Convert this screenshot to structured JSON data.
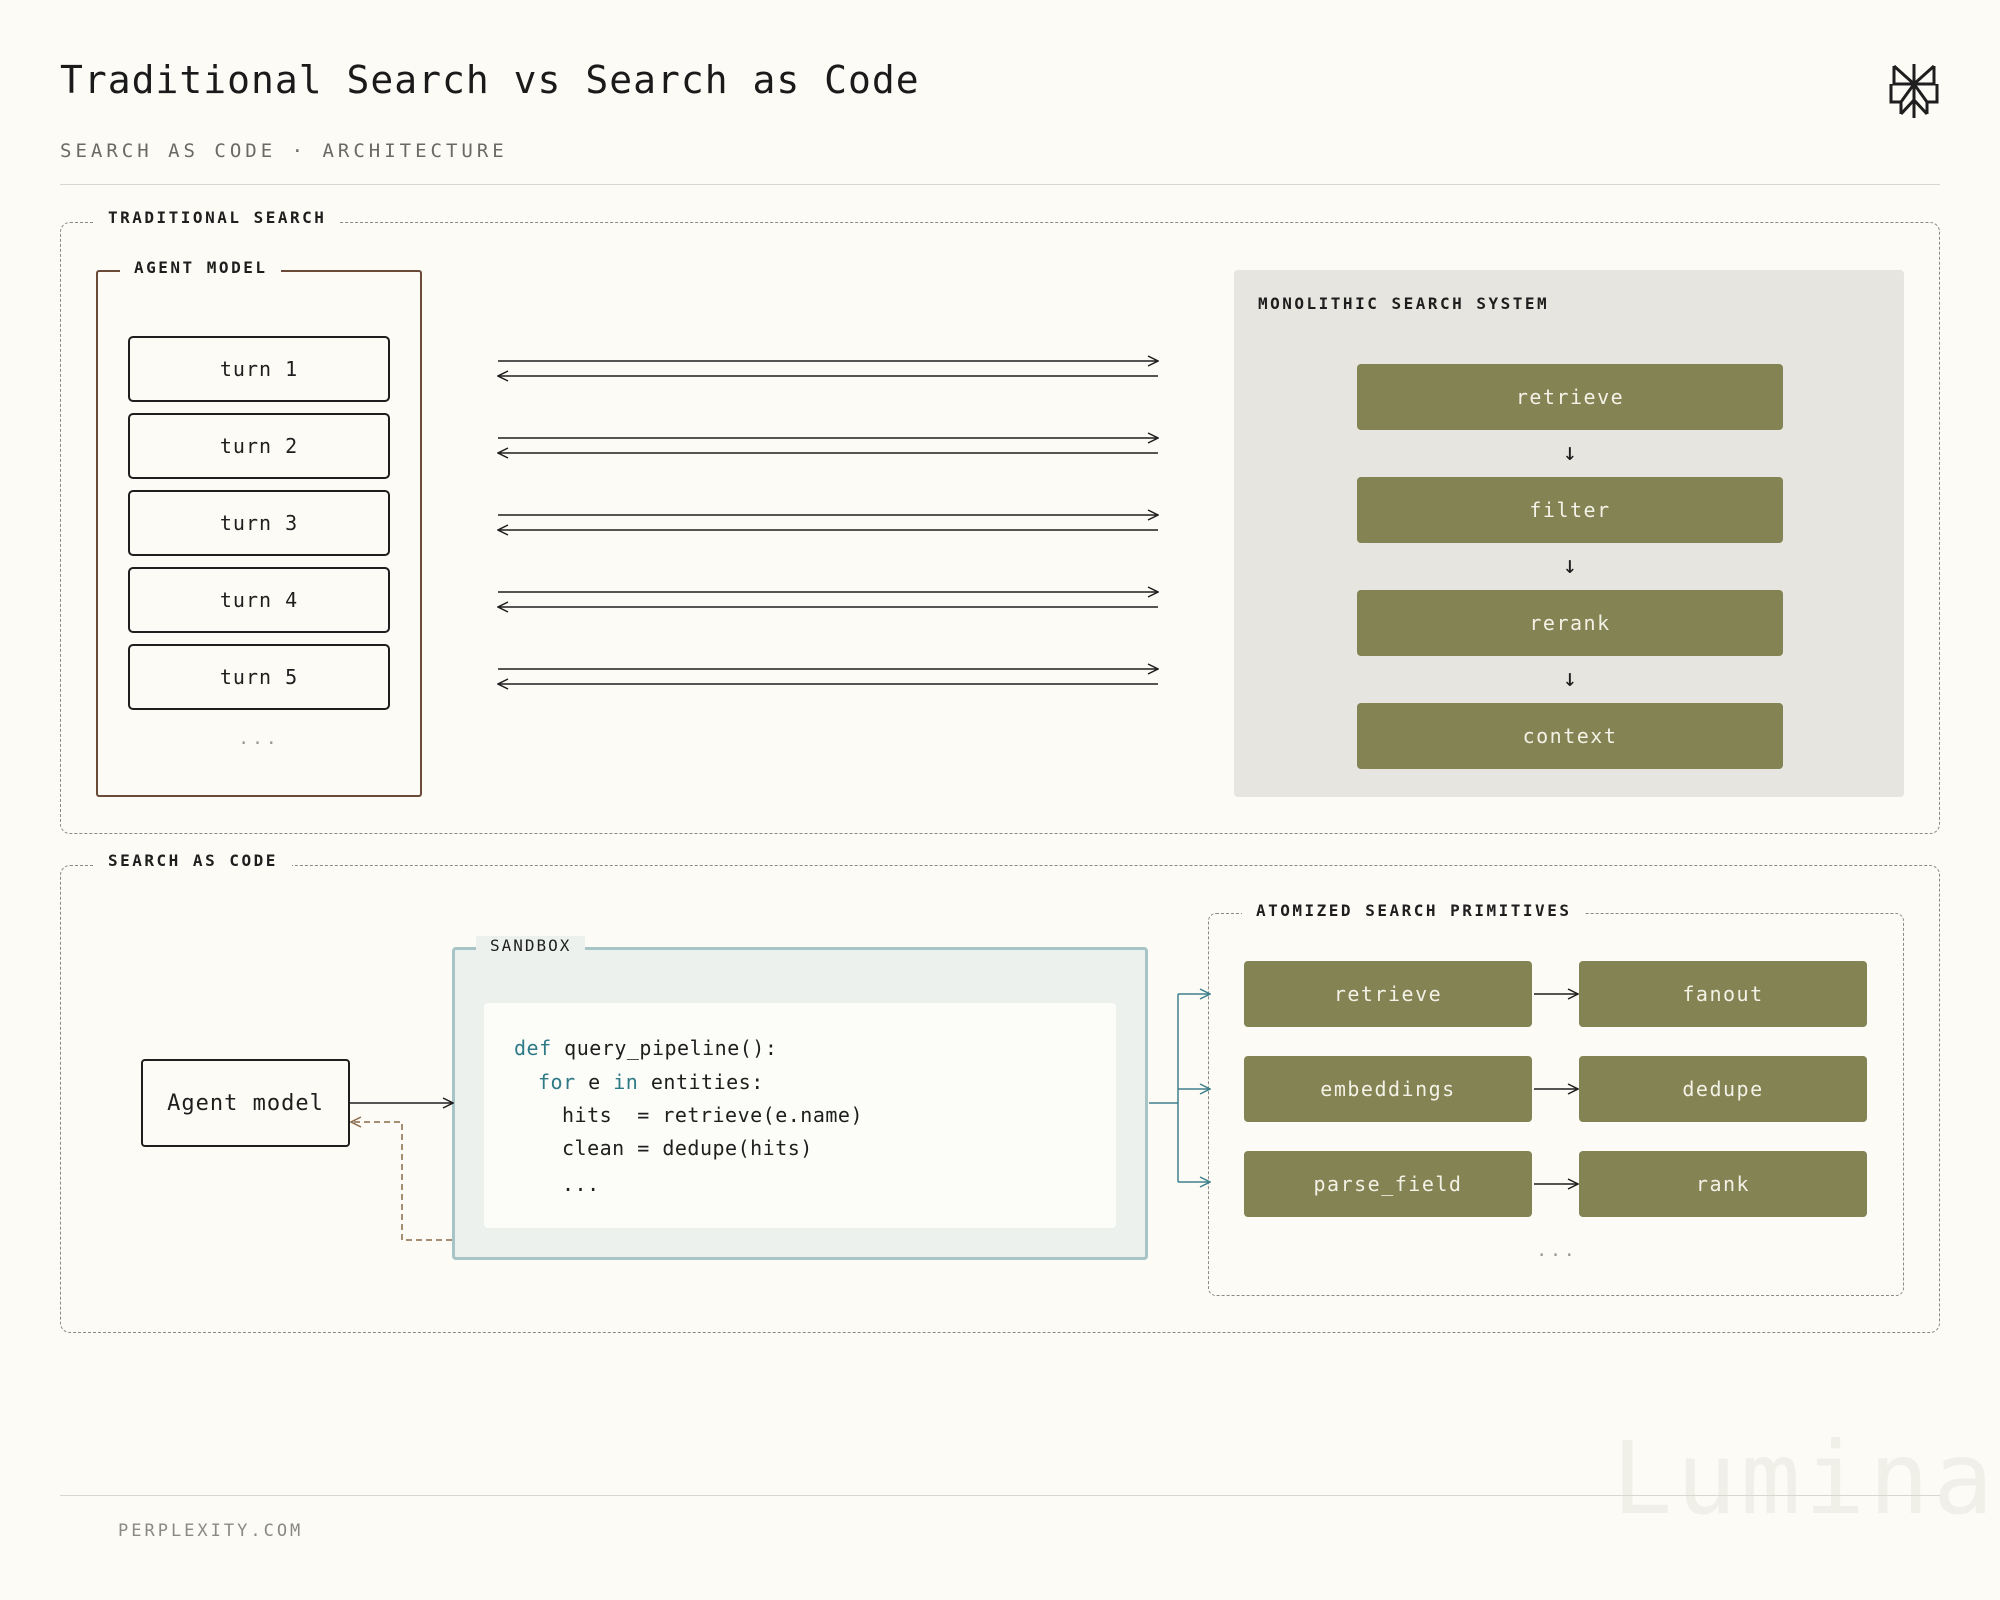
{
  "header": {
    "title": "Traditional Search vs Search as Code",
    "subtitle": "SEARCH AS CODE · ARCHITECTURE",
    "logo_icon": "asterisk-grid-logo-icon"
  },
  "traditional": {
    "section_label": "TRADITIONAL SEARCH",
    "agent_label": "AGENT MODEL",
    "turns": [
      "turn 1",
      "turn 2",
      "turn 3",
      "turn 4",
      "turn 5"
    ],
    "more": "...",
    "system_label": "MONOLITHIC SEARCH SYSTEM",
    "stages": [
      "retrieve",
      "filter",
      "rerank",
      "context"
    ]
  },
  "search_as_code": {
    "section_label": "SEARCH AS CODE",
    "agent_label": "Agent model",
    "sandbox_label": "SANDBOX",
    "code": {
      "l1_kw": "def",
      "l1_rest": " query_pipeline():",
      "l2_kw1": "for",
      "l2_mid": " e ",
      "l2_kw2": "in",
      "l2_rest": " entities:",
      "l3": "hits  = retrieve(e.name)",
      "l4": "clean = dedupe(hits)",
      "l5": "..."
    },
    "primitives_label": "ATOMIZED SEARCH PRIMITIVES",
    "primitives": [
      {
        "left": "retrieve",
        "right": "fanout"
      },
      {
        "left": "embeddings",
        "right": "dedupe"
      },
      {
        "left": "parse_field",
        "right": "rank"
      }
    ],
    "more": "..."
  },
  "footer": {
    "site": "PERPLEXITY.COM",
    "watermark": "Lumina"
  },
  "colors": {
    "background": "#fcfbf5",
    "stage_fill": "#838354",
    "agent_frame": "#6b4a37",
    "sandbox_border": "#a7c4c7",
    "code_keyword": "#2e7a86",
    "connector_teal": "#3f7f8c"
  }
}
